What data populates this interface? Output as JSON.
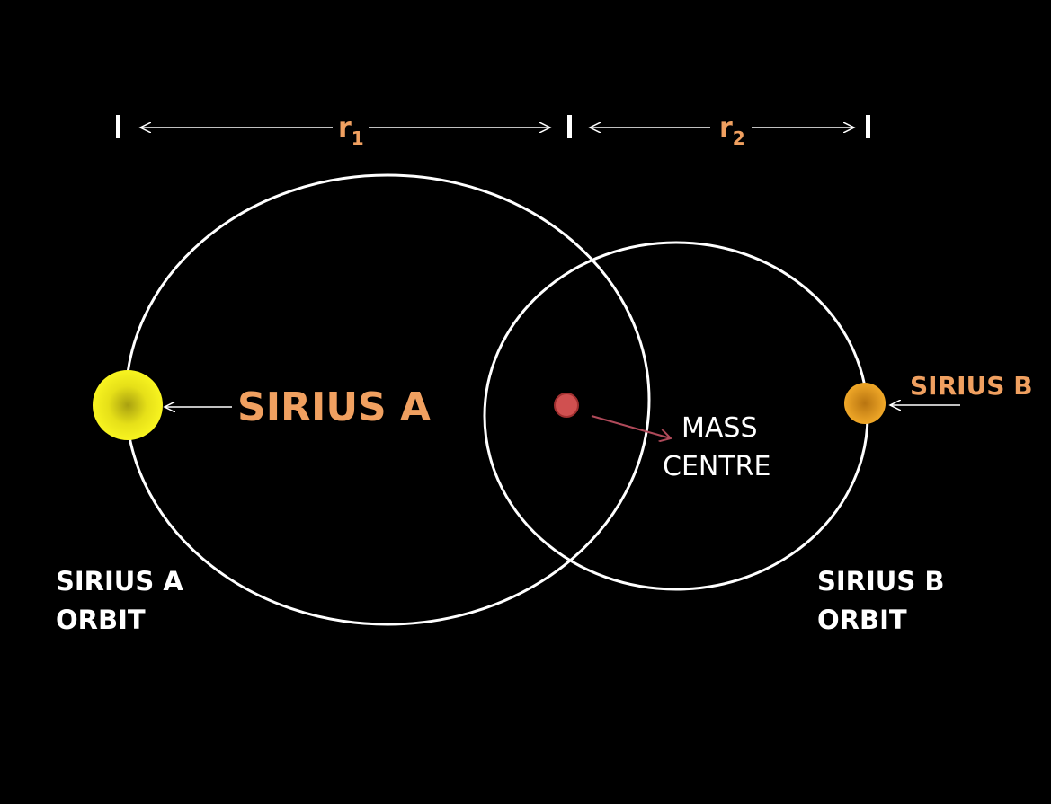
{
  "measurements": {
    "r1": {
      "base": "r",
      "sub": "1"
    },
    "r2": {
      "base": "r",
      "sub": "2"
    }
  },
  "labels": {
    "sirius_a": "SIRIUS A",
    "sirius_b": "SIRIUS B",
    "sirius_a_orbit_line1": "SIRIUS A",
    "sirius_a_orbit_line2": "ORBIT",
    "sirius_b_orbit_line1": "SIRIUS B",
    "sirius_b_orbit_line2": "ORBIT",
    "mass_centre_line1": "MASS",
    "mass_centre_line2": "CENTRE"
  },
  "colors": {
    "background": "#000000",
    "orbit": "#ffffff",
    "label_accent": "#f0a060",
    "sirius_a": "#f2ec12",
    "sirius_b": "#e8a020",
    "mass_centre": "#d05050",
    "mass_arrow": "#b04a5a"
  }
}
